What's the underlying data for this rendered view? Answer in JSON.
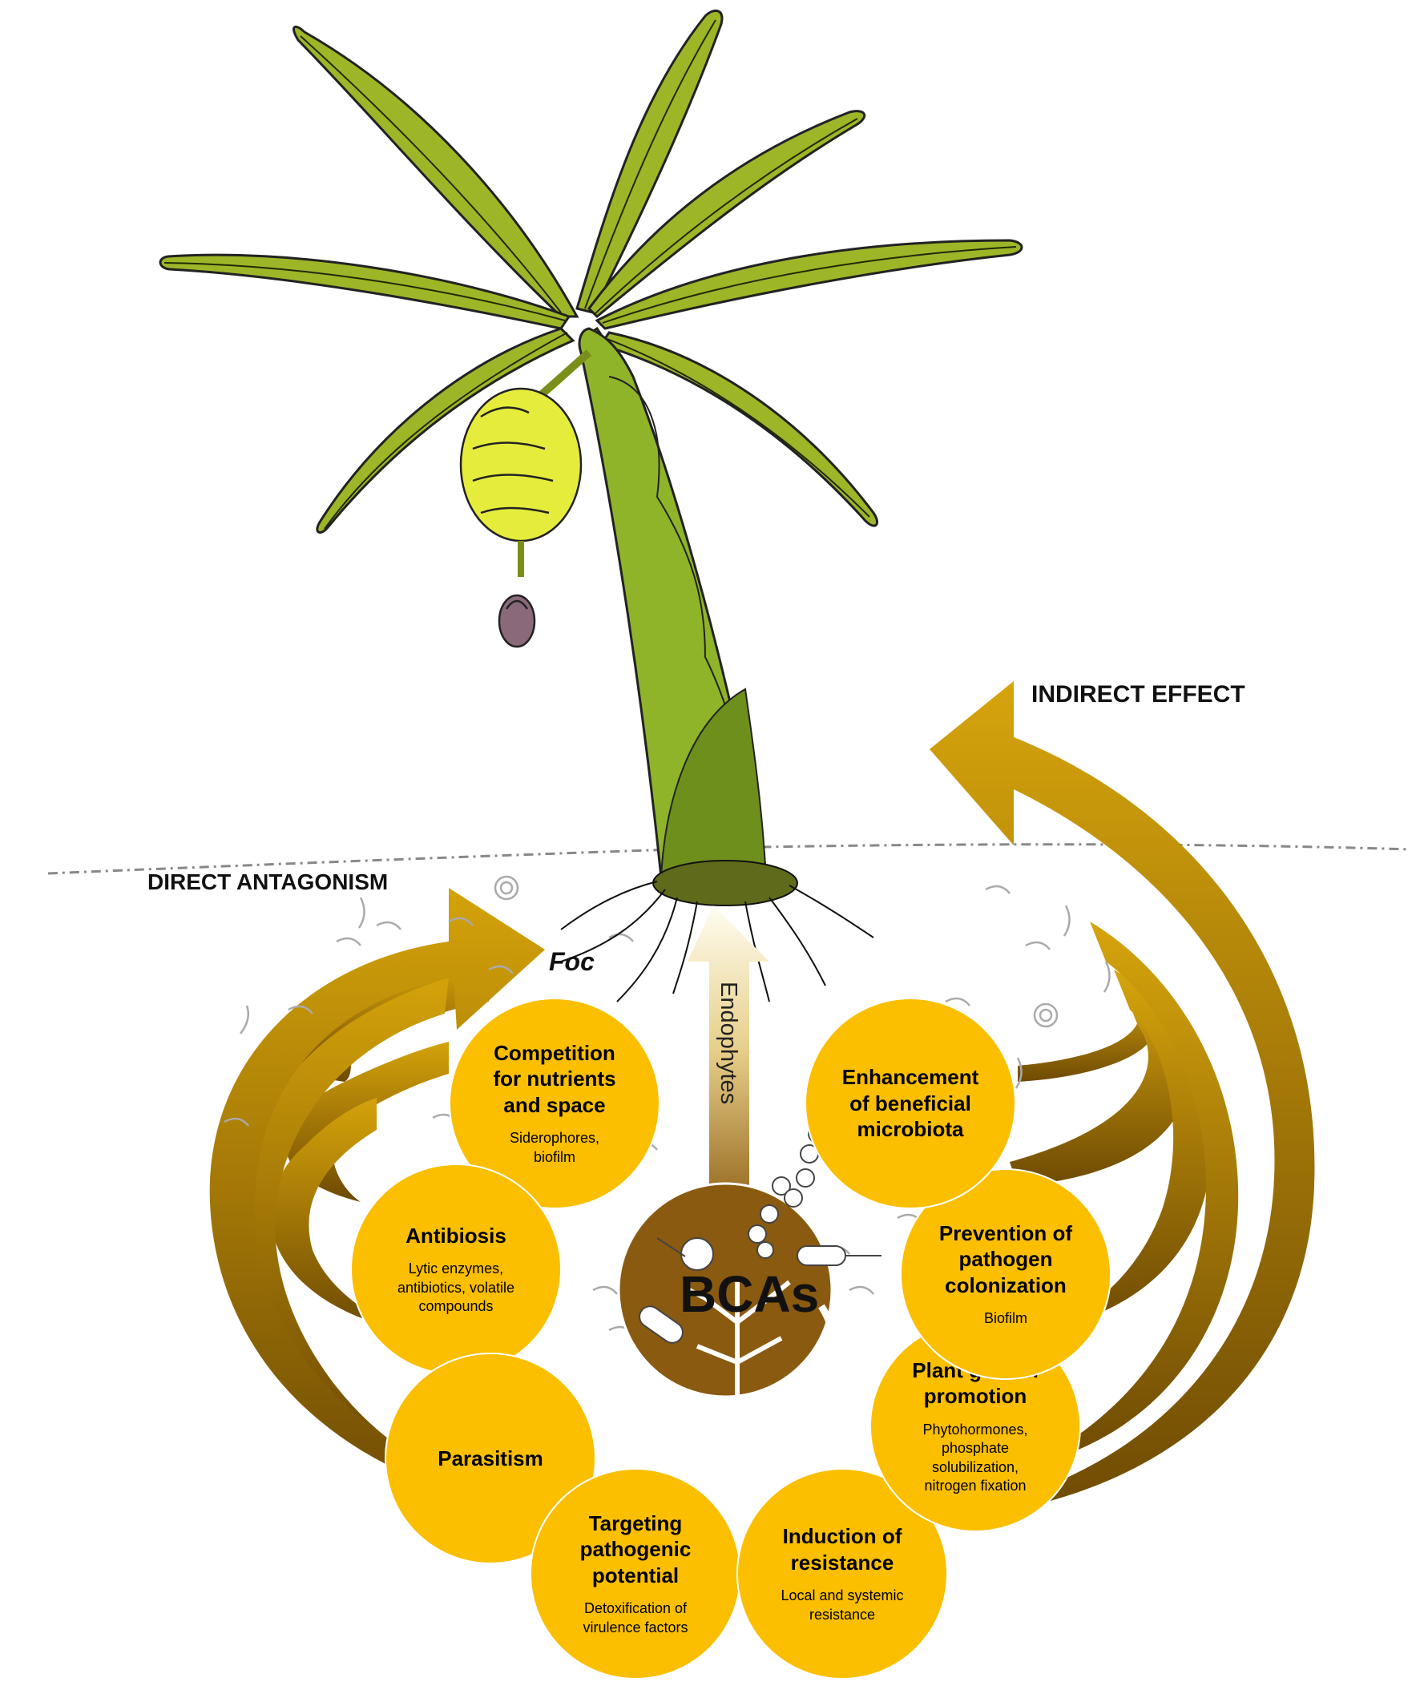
{
  "labels": {
    "direct_antagonism": "DIRECT ANTAGONISM",
    "indirect_effect": "INDIRECT EFFECT",
    "foc": "Foc",
    "endophytes": "Endophytes",
    "bcas": "BCAs"
  },
  "mechanisms": [
    {
      "id": "competition",
      "title": "Competition\nfor nutrients\nand space",
      "detail": "Siderophores,\nbiofilm",
      "group": "direct"
    },
    {
      "id": "antibiosis",
      "title": "Antibiosis",
      "detail": "Lytic enzymes,\nantibiotics, volatile\ncompounds",
      "group": "direct"
    },
    {
      "id": "parasitism",
      "title": "Parasitism",
      "detail": "",
      "group": "direct"
    },
    {
      "id": "targeting",
      "title": "Targeting\npathogenic\npotential",
      "detail": "Detoxification of\nvirulence factors",
      "group": "direct"
    },
    {
      "id": "induction",
      "title": "Induction of\nresistance",
      "detail": "Local and systemic\nresistance",
      "group": "indirect"
    },
    {
      "id": "growth",
      "title": "Plant growth\npromotion",
      "detail": "Phytohormones,\nphosphate\nsolubilization,\nnitrogen fixation",
      "group": "indirect"
    },
    {
      "id": "prevention",
      "title": "Prevention of\npathogen\ncolonization",
      "detail": "Biofilm",
      "group": "indirect"
    },
    {
      "id": "enhancement",
      "title": "Enhancement\nof beneficial\nmicrobiota",
      "detail": "",
      "group": "indirect"
    }
  ],
  "colors": {
    "circle_fill": "#fbbf00",
    "bca_center": "#8a5a10",
    "arrow_gold": "#c99a08",
    "arrow_dark": "#7a5405",
    "leaf": "#9db627",
    "stem": "#8fb42a",
    "banana": "#e6ec3c"
  }
}
